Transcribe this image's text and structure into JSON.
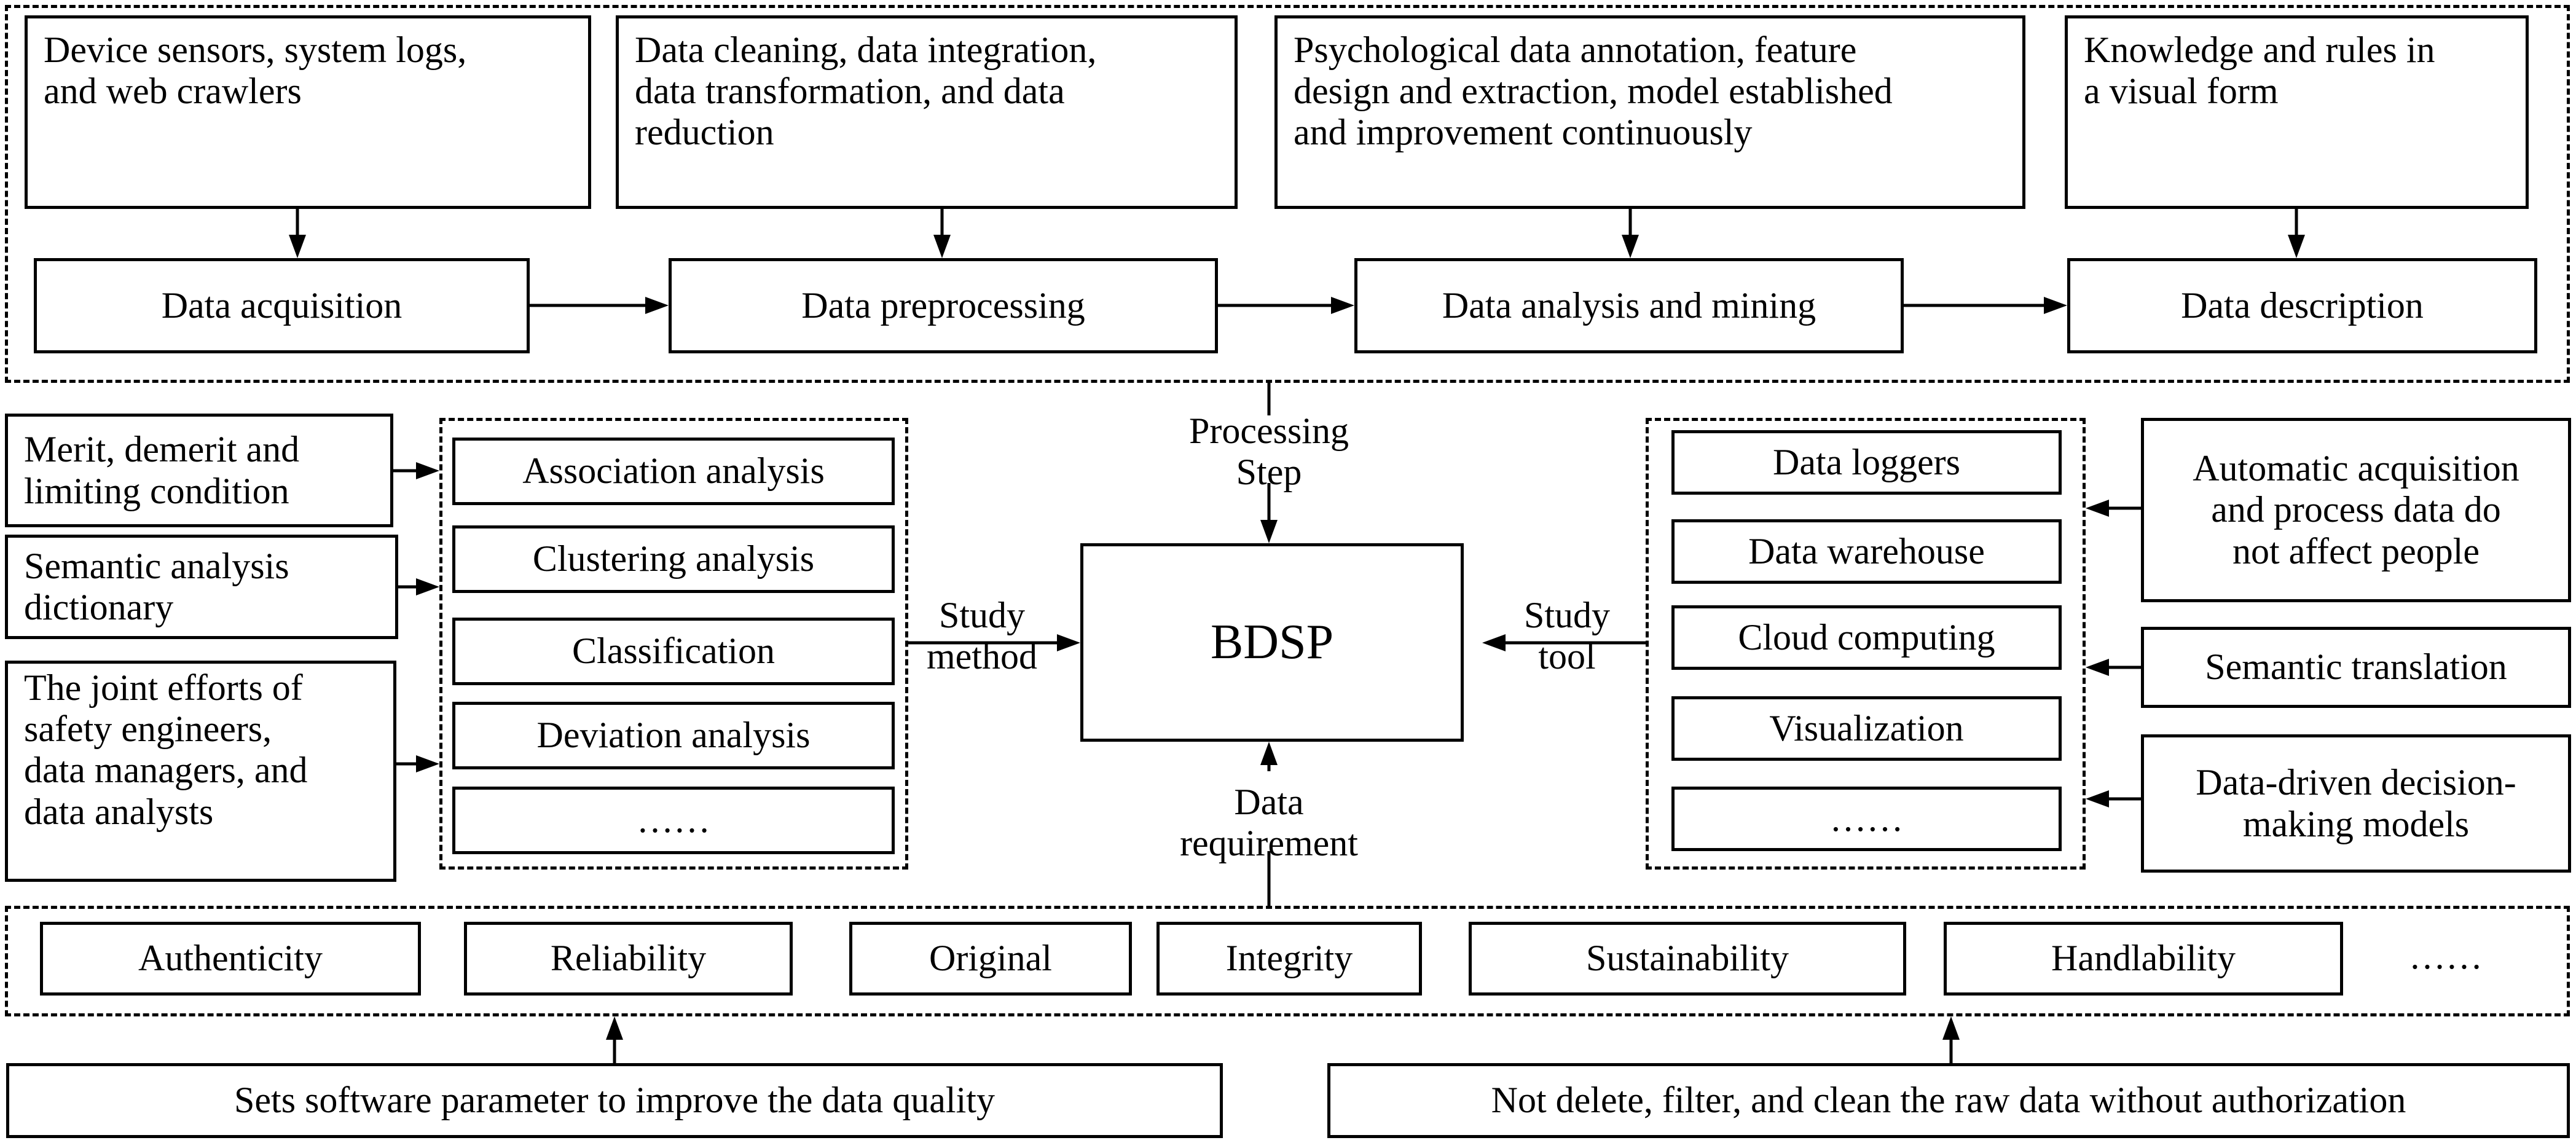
{
  "top_row": {
    "inputs": [
      "Device sensors, system logs,\nand web crawlers",
      "Data cleaning, data integration,\ndata transformation, and data\nreduction",
      "Psychological data annotation, feature\ndesign and extraction, model established\nand improvement continuously",
      "Knowledge and rules in\na visual form"
    ],
    "steps": [
      "Data acquisition",
      "Data preprocessing",
      "Data analysis and mining",
      "Data description"
    ]
  },
  "center": {
    "title": "BDSP",
    "processing_step_label": "Processing\nStep",
    "study_method_label": "Study\nmethod",
    "study_tool_label": "Study\ntool",
    "data_requirement_label": "Data\nrequirement"
  },
  "left_notes": [
    "Merit, demerit and\nlimiting condition",
    "Semantic analysis\ndictionary",
    "The joint efforts of\nsafety engineers,\ndata managers, and\ndata analysts"
  ],
  "methods": [
    "Association analysis",
    "Clustering analysis",
    "Classification",
    "Deviation analysis",
    "……"
  ],
  "tools": [
    "Data loggers",
    "Data warehouse",
    "Cloud computing",
    "Visualization",
    "……"
  ],
  "right_notes": [
    "Automatic acquisition\nand process data  do\nnot affect people",
    "Semantic translation",
    "Data-driven decision-\nmaking models"
  ],
  "requirements": [
    "Authenticity",
    "Reliability",
    "Original",
    "Integrity",
    "Sustainability",
    "Handlability",
    "……"
  ],
  "bottom_notes": [
    "Sets  software parameter  to improve the data quality",
    "Not delete, filter, and clean the raw data without authorization"
  ]
}
